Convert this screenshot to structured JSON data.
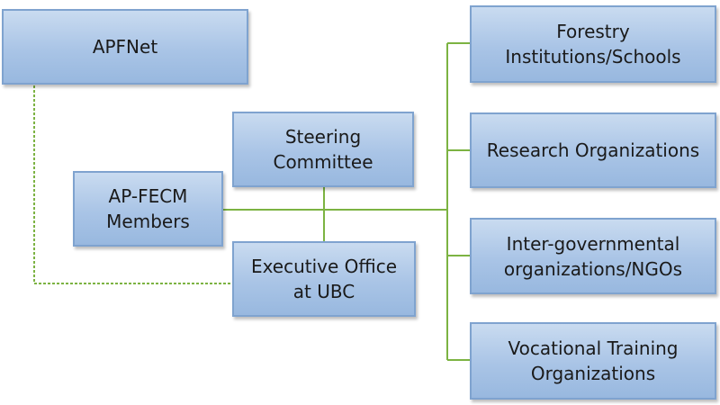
{
  "nodes": {
    "apfnet": "APFNet",
    "steering_committee": "Steering\nCommittee",
    "ap_fecm_members": "AP-FECM\nMembers",
    "executive_office": "Executive Office\nat UBC",
    "forestry_institutions": "Forestry\nInstitutions/Schools",
    "research_organizations": "Research Organizations",
    "intergovernmental": "Inter-governmental\norganizations/NGOs",
    "vocational_training": "Vocational Training\nOrganizations"
  },
  "colors": {
    "box_fill_top": "#c9dbf0",
    "box_fill_bottom": "#98b8df",
    "box_border": "#7fa3cf",
    "connector": "#7cb342"
  }
}
